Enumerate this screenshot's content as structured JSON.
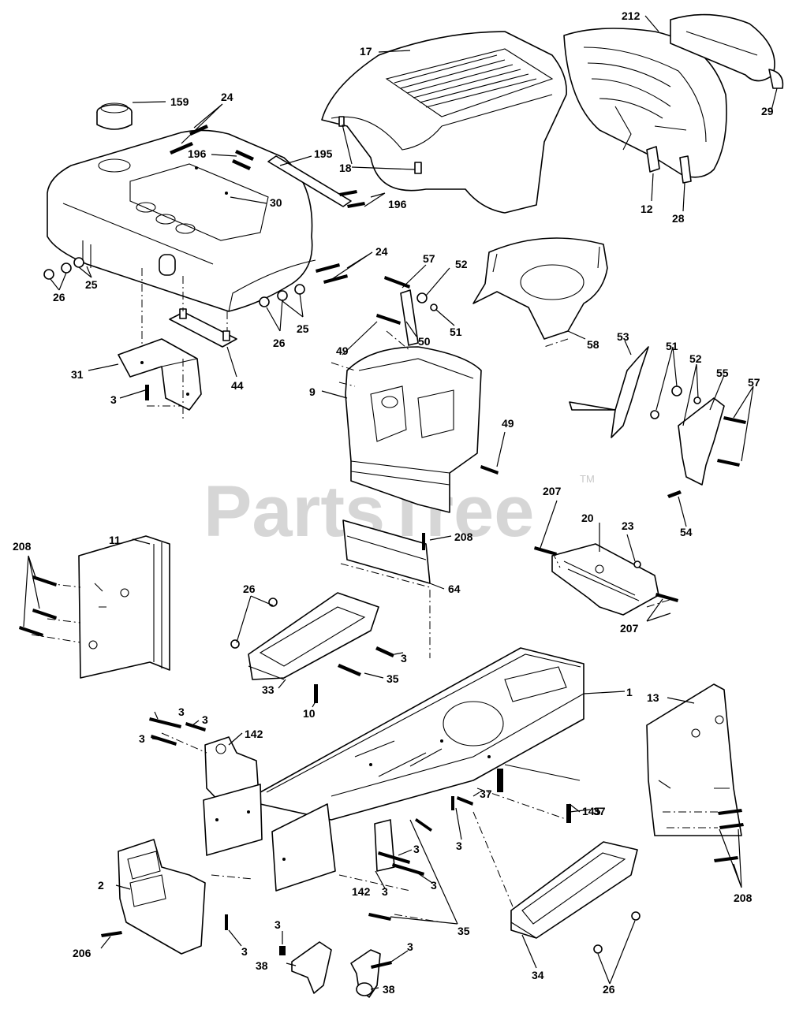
{
  "watermark": {
    "text": "PartsTree",
    "trademark": "TM",
    "color": "#d6d6d6"
  },
  "callouts": {
    "p159": "159",
    "p24a": "24",
    "p196a": "196",
    "p195": "195",
    "p30": "30",
    "p196b": "196",
    "p17": "17",
    "p18": "18",
    "p212": "212",
    "p29": "29",
    "p12": "12",
    "p28": "28",
    "p24b": "24",
    "p26a": "26",
    "p25a": "25",
    "p26b": "26",
    "p25b": "25",
    "p31": "31",
    "p44": "44",
    "p3a": "3",
    "p57a": "57",
    "p52a": "52",
    "p49a": "49",
    "p50": "50",
    "p51a": "51",
    "p58": "58",
    "p53": "53",
    "p51b": "51",
    "p52b": "52",
    "p55": "55",
    "p57b": "57",
    "p54": "54",
    "p9": "9",
    "p49b": "49",
    "p208a": "208",
    "p11": "11",
    "p208b": "208",
    "p64": "64",
    "p207a": "207",
    "p20": "20",
    "p23": "23",
    "p207b": "207",
    "p26c": "26",
    "p3b": "3",
    "p35a": "35",
    "p33": "33",
    "p10": "10",
    "p1": "1",
    "p13": "13",
    "p3c": "3",
    "p3d": "3",
    "p3e": "3",
    "p142a": "142",
    "p37a": "37",
    "p145": "145",
    "p37b": "37",
    "p3f": "3",
    "p3g": "3",
    "p3h": "3",
    "p3i": "3",
    "p142b": "142",
    "p35b": "35",
    "p2": "2",
    "p206": "206",
    "p3j": "3",
    "p3k": "3",
    "p38a": "38",
    "p3l": "3",
    "p38b": "38",
    "p34": "34",
    "p26d": "26",
    "p208c": "208"
  }
}
